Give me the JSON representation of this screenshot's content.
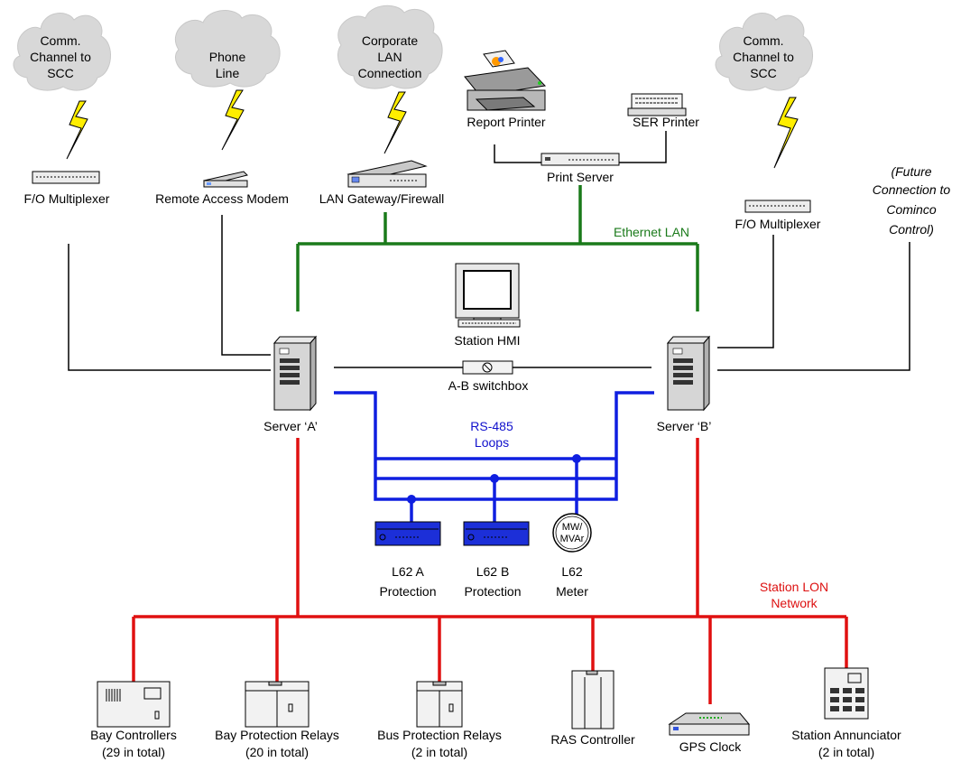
{
  "colors": {
    "ethernet": "#1a7a1a",
    "rs485": "#0f1fe0",
    "lon": "#e01010",
    "lightning": "#ffee00",
    "cloud": "#d8d8d8",
    "serial": "#000000"
  },
  "clouds": {
    "scc_left": [
      "Comm.",
      "Channel to",
      "SCC"
    ],
    "phone": [
      "Phone",
      "Line"
    ],
    "corporate": [
      "Corporate",
      "LAN",
      "Connection"
    ],
    "scc_right": [
      "Comm.",
      "Channel to",
      "SCC"
    ]
  },
  "devices": {
    "fo_mux_left": "F/O Multiplexer",
    "modem": "Remote Access Modem",
    "gateway": "LAN Gateway/Firewall",
    "report_printer": "Report Printer",
    "ser_printer": "SER Printer",
    "print_server": "Print Server",
    "fo_mux_right": "F/O Multiplexer",
    "future": [
      "(Future",
      "Connection to",
      "Cominco",
      "Control)"
    ],
    "station_hmi": "Station HMI",
    "switchbox": "A-B switchbox",
    "server_a": "Server ‘A’",
    "server_b": "Server ‘B’",
    "l62a": [
      "L62 A",
      "Protection"
    ],
    "l62b": [
      "L62 B",
      "Protection"
    ],
    "meter_face": [
      "MW/",
      "MVAr"
    ],
    "meter": [
      "L62",
      "Meter"
    ]
  },
  "networks": {
    "ethernet": "Ethernet LAN",
    "rs485": [
      "RS-485",
      "Loops"
    ],
    "lon": [
      "Station LON",
      "Network"
    ]
  },
  "lon_devices": {
    "bay_ctrl": [
      "Bay Controllers",
      "(29 in total)"
    ],
    "bay_prot": [
      "Bay Protection Relays",
      "(20 in total)"
    ],
    "bus_prot": [
      "Bus Protection Relays",
      "(2 in total)"
    ],
    "ras": [
      "RAS Controller"
    ],
    "gps": [
      "GPS Clock"
    ],
    "annunciator": [
      "Station Annunciator",
      "(2 in total)"
    ]
  }
}
